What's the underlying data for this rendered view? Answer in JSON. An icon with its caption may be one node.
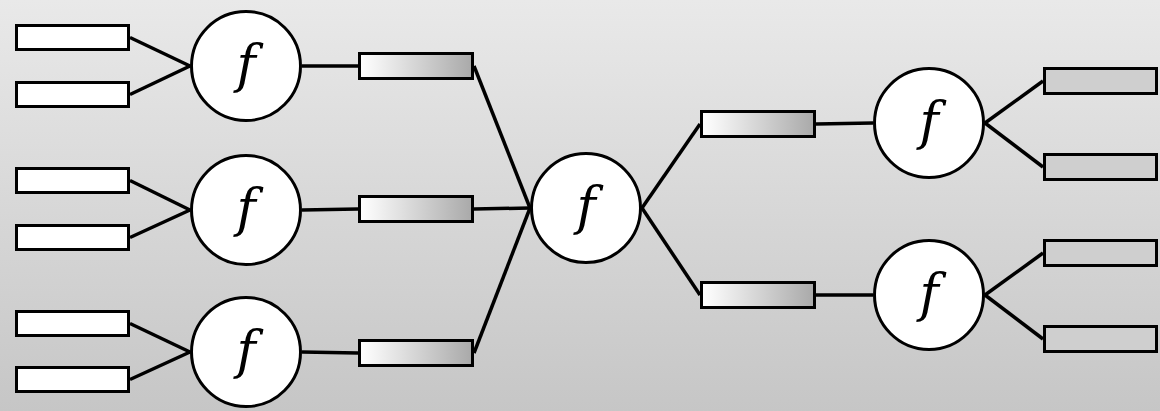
{
  "diagram": {
    "nodes": [
      {
        "text": [],
        "shape": "box"
      },
      {
        "text": [],
        "shape": "box"
      },
      {
        "text": [],
        "shape": "box"
      },
      {
        "text": [],
        "shape": "box"
      },
      {
        "text": [],
        "shape": "box"
      },
      {
        "text": [],
        "shape": "box"
      },
      {
        "text": [
          "f"
        ]
      },
      {
        "text": [
          "f"
        ]
      },
      {
        "text": [
          "f"
        ]
      },
      {
        "text": [],
        "shape": "bar"
      },
      {
        "text": [],
        "shape": "bar"
      },
      {
        "text": [],
        "shape": "bar"
      },
      {
        "text": [
          "f"
        ]
      },
      {
        "text": [],
        "shape": "bar"
      },
      {
        "text": [],
        "shape": "bar"
      },
      {
        "text": [
          "f"
        ]
      },
      {
        "text": [
          "f"
        ]
      },
      {
        "text": [],
        "shape": "box"
      },
      {
        "text": [],
        "shape": "box"
      },
      {
        "text": [],
        "shape": "box"
      },
      {
        "text": [],
        "shape": "box"
      }
    ],
    "edges": [
      {
        "from": 0,
        "to": 6,
        "arrow": "none"
      },
      {
        "from": 1,
        "to": 6,
        "arrow": "none"
      },
      {
        "from": 2,
        "to": 7,
        "arrow": "none"
      },
      {
        "from": 3,
        "to": 7,
        "arrow": "none"
      },
      {
        "from": 4,
        "to": 8,
        "arrow": "none"
      },
      {
        "from": 5,
        "to": 8,
        "arrow": "none"
      },
      {
        "from": 6,
        "to": 9,
        "arrow": "none"
      },
      {
        "from": 7,
        "to": 10,
        "arrow": "none"
      },
      {
        "from": 8,
        "to": 11,
        "arrow": "none"
      },
      {
        "from": 9,
        "to": 12,
        "arrow": "none"
      },
      {
        "from": 10,
        "to": 12,
        "arrow": "none"
      },
      {
        "from": 11,
        "to": 12,
        "arrow": "none"
      },
      {
        "from": 12,
        "to": 13,
        "arrow": "none"
      },
      {
        "from": 12,
        "to": 14,
        "arrow": "none"
      },
      {
        "from": 13,
        "to": 15,
        "arrow": "none"
      },
      {
        "from": 14,
        "to": 16,
        "arrow": "none"
      },
      {
        "from": 15,
        "to": 17,
        "arrow": "none"
      },
      {
        "from": 15,
        "to": 18,
        "arrow": "none"
      },
      {
        "from": 16,
        "to": 19,
        "arrow": "none"
      },
      {
        "from": 16,
        "to": 20,
        "arrow": "none"
      }
    ]
  }
}
